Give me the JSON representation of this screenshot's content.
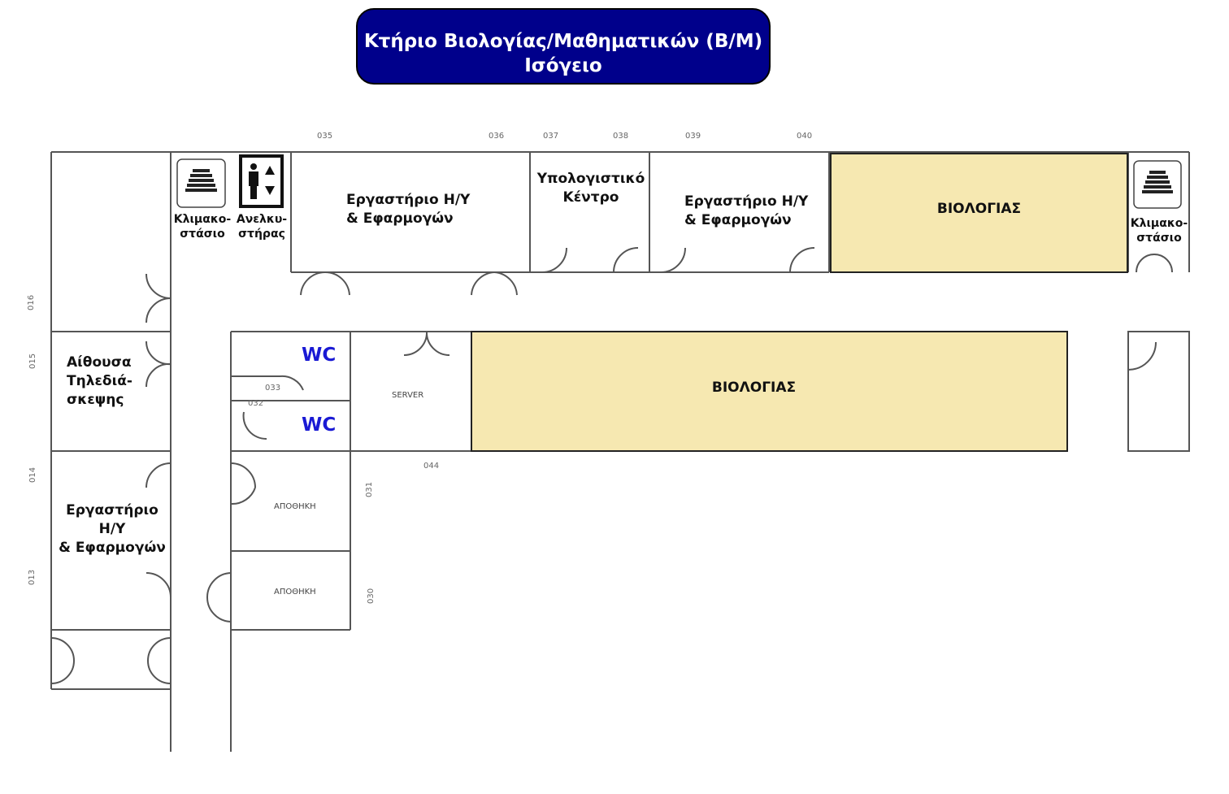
{
  "header": {
    "title_line1": "Κτήριο Βιολογίας/Μαθηματικών  (Β/Μ)",
    "title_line2": "Ισόγειο"
  },
  "rooms": {
    "lab_035": "Εργαστήριο Η/Υ\n& Εφαρμογών",
    "computing_center": "Υπολογιστικό\nΚέντρο",
    "lab_039": "Εργαστήριο Η/Υ\n& Εφαρμογών",
    "biology_top": "ΒΙΟΛΟΓΙΑΣ",
    "biology_mid": "ΒΙΟΛΟΓΙΑΣ",
    "teleconf": "Αίθουσα\nΤηλεδιά-\nσκεψης",
    "lab_013": "Εργαστήριο\nΗ/Υ\n& Εφαρμογών",
    "stairs_left": "Κλιμακο-\nστάσιο",
    "elevator": "Ανελκυ-\nστήρας",
    "stairs_right": "Κλιμακο-\nστάσιο",
    "wc_1": "WC",
    "wc_2": "WC",
    "server": "SERVER",
    "storage_1": "ΑΠΟΘΗΚΗ",
    "storage_2": "ΑΠΟΘΗΚΗ"
  },
  "room_numbers": {
    "n035": "035",
    "n036": "036",
    "n037": "037",
    "n038": "038",
    "n039": "039",
    "n040": "040",
    "n033": "033",
    "n032": "032",
    "n044": "044",
    "n031": "031",
    "n030": "030",
    "n016": "016",
    "n015": "015",
    "n014": "014",
    "n013": "013"
  },
  "icons": [
    "stairs-icon",
    "elevator-icon"
  ],
  "colors": {
    "title_bg": "#00008b",
    "biology_fill": "#f6e8b1",
    "wc_text": "#1a1ad4",
    "wall": "#555555"
  }
}
